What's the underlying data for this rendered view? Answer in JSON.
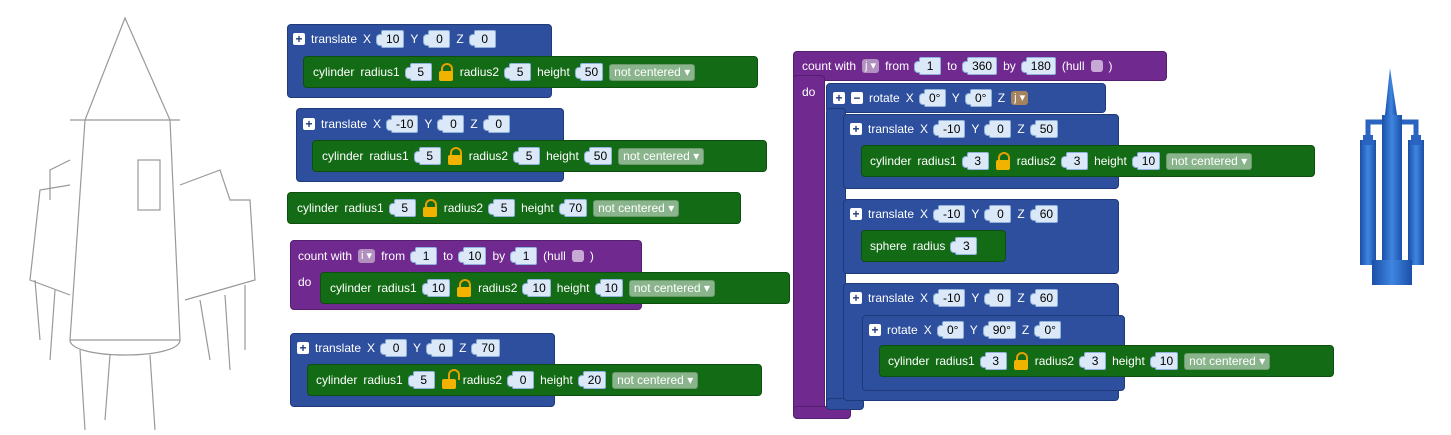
{
  "blocks": {
    "b1": {
      "translate": "translate",
      "x": "X",
      "xv": "10",
      "y": "Y",
      "yv": "0",
      "z": "Z",
      "zv": "0",
      "cyl": "cylinder",
      "r1": "radius1",
      "r1v": "5",
      "r2": "radius2",
      "r2v": "5",
      "h": "height",
      "hv": "50",
      "center": "not centered ▾"
    },
    "b2": {
      "translate": "translate",
      "x": "X",
      "xv": "-10",
      "y": "Y",
      "yv": "0",
      "z": "Z",
      "zv": "0",
      "cyl": "cylinder",
      "r1": "radius1",
      "r1v": "5",
      "r2": "radius2",
      "r2v": "5",
      "h": "height",
      "hv": "50",
      "center": "not centered ▾"
    },
    "b3": {
      "cyl": "cylinder",
      "r1": "radius1",
      "r1v": "5",
      "r2": "radius2",
      "r2v": "5",
      "h": "height",
      "hv": "70",
      "center": "not centered ▾"
    },
    "b4": {
      "count": "count with",
      "var": "i ▾",
      "from": "from",
      "fromv": "1",
      "to": "to",
      "tov": "10",
      "by": "by",
      "byv": "1",
      "hull": "(hull",
      "close": ")",
      "do": "do",
      "cyl": "cylinder",
      "r1": "radius1",
      "r1v": "10",
      "r2": "radius2",
      "r2v": "10",
      "h": "height",
      "hv": "10",
      "center": "not centered ▾"
    },
    "b5": {
      "translate": "translate",
      "x": "X",
      "xv": "0",
      "y": "Y",
      "yv": "0",
      "z": "Z",
      "zv": "70",
      "cyl": "cylinder",
      "r1": "radius1",
      "r1v": "5",
      "r2": "radius2",
      "r2v": "0",
      "h": "height",
      "hv": "20",
      "center": "not centered ▾"
    },
    "b6": {
      "count": "count with",
      "var": "j ▾",
      "from": "from",
      "fromv": "1",
      "to": "to",
      "tov": "360",
      "by": "by",
      "byv": "180",
      "hull": "(hull",
      "close": ")",
      "do": "do",
      "rotate": "rotate",
      "x": "X",
      "xv": "0°",
      "y": "Y",
      "yv": "0°",
      "z": "Z",
      "zvar": "j ▾",
      "t1": {
        "translate": "translate",
        "x": "X",
        "xv": "-10",
        "y": "Y",
        "yv": "0",
        "z": "Z",
        "zv": "50",
        "cyl": "cylinder",
        "r1": "radius1",
        "r1v": "3",
        "r2": "radius2",
        "r2v": "3",
        "h": "height",
        "hv": "10",
        "center": "not centered ▾"
      },
      "t2": {
        "translate": "translate",
        "x": "X",
        "xv": "-10",
        "y": "Y",
        "yv": "0",
        "z": "Z",
        "zv": "60",
        "sphere": "sphere",
        "r": "radius",
        "rv": "3"
      },
      "t3": {
        "translate": "translate",
        "x": "X",
        "xv": "-10",
        "y": "Y",
        "yv": "0",
        "z": "Z",
        "zv": "60",
        "rotate": "rotate",
        "rx": "X",
        "rxv": "0°",
        "ry": "Y",
        "ryv": "90°",
        "rz": "Z",
        "rzv": "0°",
        "cyl": "cylinder",
        "r1": "radius1",
        "r1v": "3",
        "r2": "radius2",
        "r2v": "3",
        "h": "height",
        "hv": "10",
        "center": "not centered ▾"
      }
    }
  },
  "icons": {
    "plus": "+",
    "minus": "−",
    "lock": "lock-icon"
  },
  "colors": {
    "translate": "#2d4f9e",
    "cylinder": "#146b16",
    "loop": "#70298f"
  }
}
